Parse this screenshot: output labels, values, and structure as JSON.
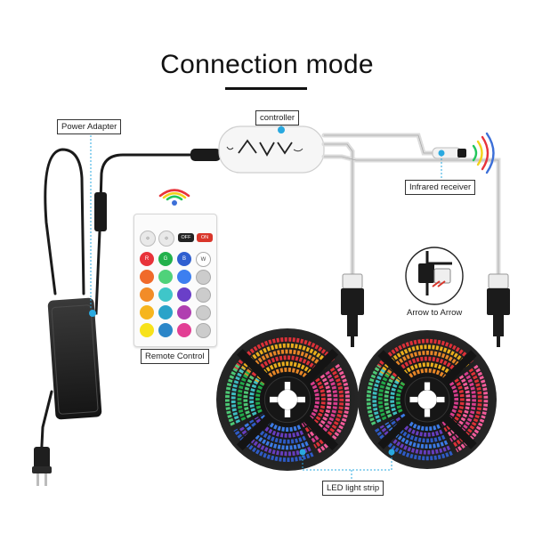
{
  "title": "Connection mode",
  "labels": {
    "power_adapter": "Power Adapter",
    "controller": "controller",
    "infrared_receiver": "Infrared receiver",
    "remote_control": "Remote Control",
    "arrow_to_arrow": "Arrow to Arrow",
    "led_light_strip": "LED light strip"
  },
  "remote": {
    "top_buttons": [
      "OFF",
      "ON"
    ],
    "color_keys": [
      "R",
      "G",
      "B",
      "W"
    ]
  },
  "colors": {
    "accent_blue": "#29a9e0",
    "cable": "#1a1a1a",
    "wire_white": "#e8e8e8",
    "off_red": "#d9362b"
  },
  "icons": [
    "power-adapter-icon",
    "controller-icon",
    "remote-control-icon",
    "wifi-signal-icon",
    "led-reel-icon",
    "connector-icon",
    "plug-icon",
    "infrared-receiver-icon"
  ]
}
